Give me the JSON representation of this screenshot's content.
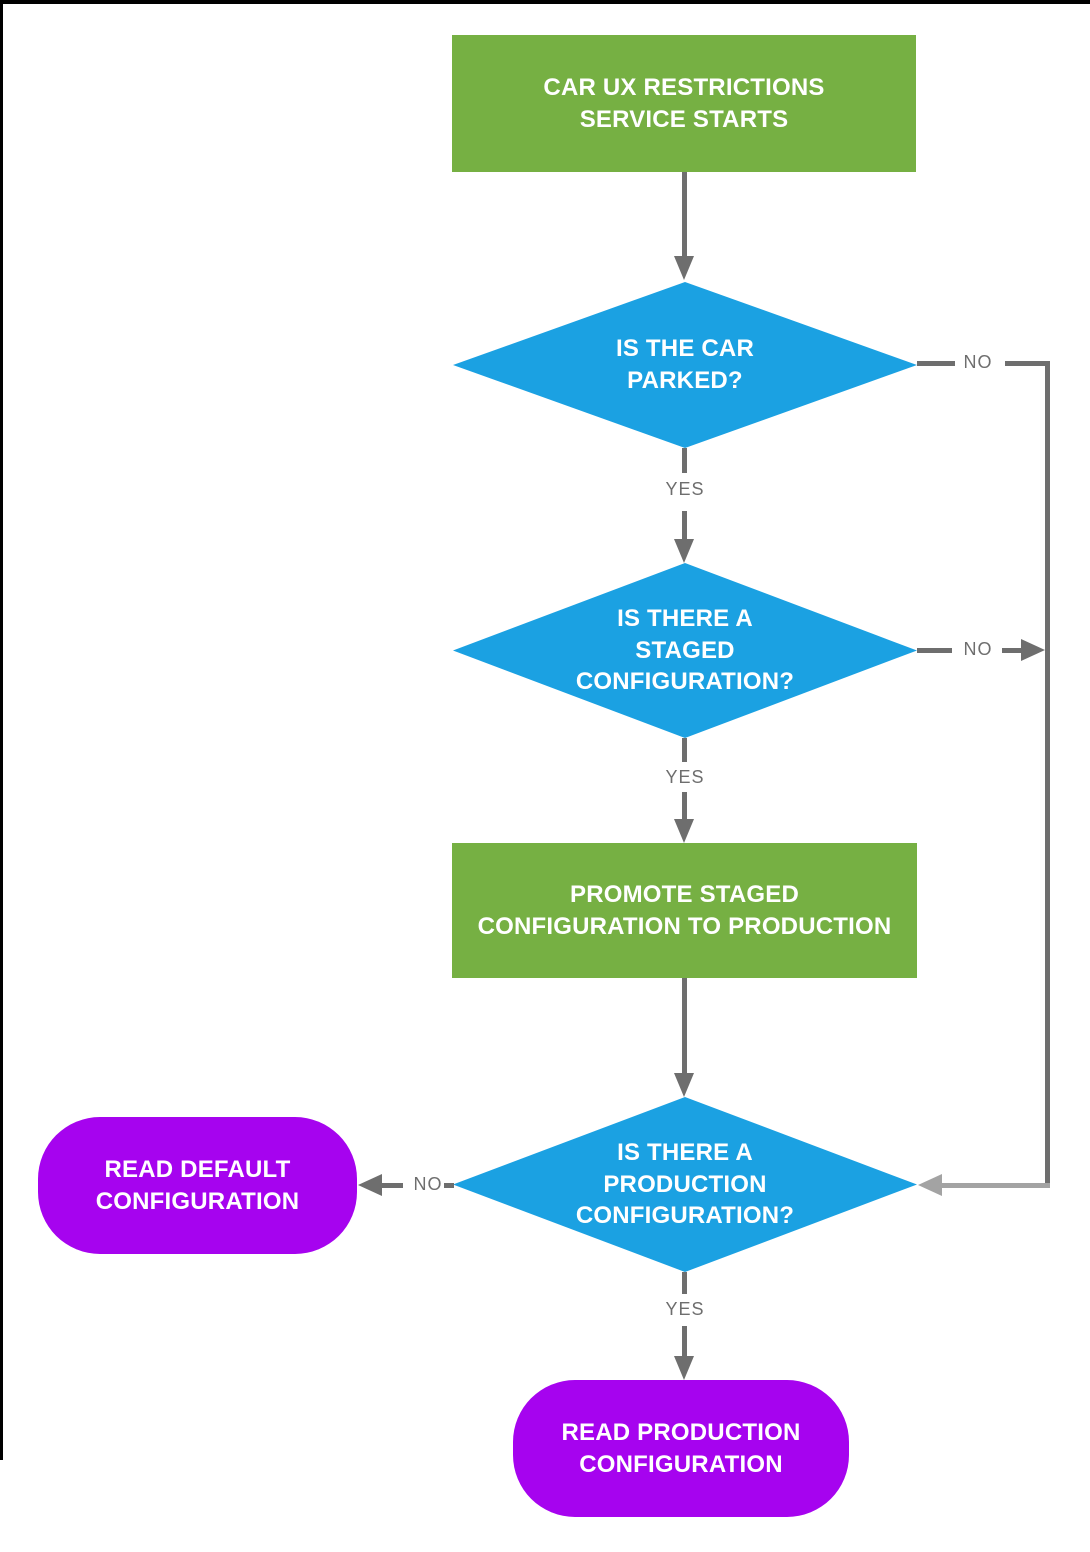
{
  "page": {
    "background": "#FFFFFF",
    "frame_color": "#000000"
  },
  "colors": {
    "process_fill": "#76B043",
    "decision_fill": "#1BA1E2",
    "terminal_fill": "#A603EF",
    "node_text": "#FFFFFF",
    "connector": "#6E6E6E",
    "connector_light": "#A3A3A3",
    "edge_label_text": "#6E6E6E"
  },
  "flowchart": {
    "nodes": [
      {
        "id": "service-starts",
        "type": "process",
        "label": "CAR UX RESTRICTIONS\nSERVICE STARTS"
      },
      {
        "id": "is-car-parked",
        "type": "decision",
        "label": "IS THE CAR\nPARKED?"
      },
      {
        "id": "is-staged-configuration",
        "type": "decision",
        "label": "IS THERE A\nSTAGED\nCONFIGURATION?"
      },
      {
        "id": "promote-staged",
        "type": "process",
        "label": "PROMOTE STAGED\nCONFIGURATION TO PRODUCTION"
      },
      {
        "id": "is-production-configuration",
        "type": "decision",
        "label": "IS THERE A\nPRODUCTION\nCONFIGURATION?"
      },
      {
        "id": "read-default",
        "type": "terminal",
        "label": "READ DEFAULT\nCONFIGURATION"
      },
      {
        "id": "read-production",
        "type": "terminal",
        "label": "READ PRODUCTION\nCONFIGURATION"
      }
    ],
    "edges": [
      {
        "from": "is-car-parked",
        "to": "is-staged-configuration",
        "label": "YES"
      },
      {
        "from": "is-car-parked",
        "to": "is-production-configuration",
        "label": "NO"
      },
      {
        "from": "is-staged-configuration",
        "to": "promote-staged",
        "label": "YES"
      },
      {
        "from": "is-staged-configuration",
        "to": "is-production-configuration",
        "label": "NO"
      },
      {
        "from": "is-production-configuration",
        "to": "read-production",
        "label": "YES"
      },
      {
        "from": "is-production-configuration",
        "to": "read-default",
        "label": "NO"
      }
    ]
  }
}
